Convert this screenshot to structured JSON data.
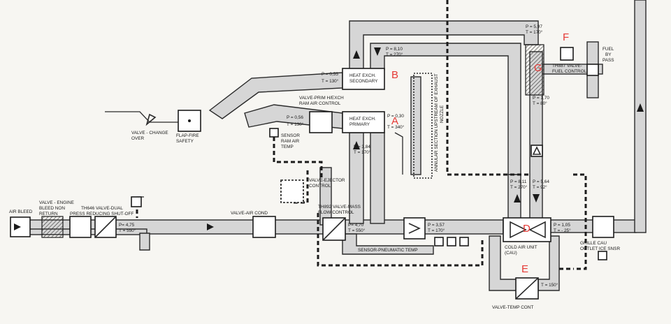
{
  "components": {
    "air_bleed": "AIR BLEED",
    "engine_bleed_valve": [
      "VALVE - ENGINE",
      "BLEED NON",
      "RETURN"
    ],
    "dual_valve": [
      "TH646 VALVE-DUAL",
      "PRESS REDUCING SHUT-OFF"
    ],
    "valve_change_over": [
      "VALVE - CHANGE",
      "OVER"
    ],
    "flap_fire": [
      "FLAP-FIRE",
      "SAFETY"
    ],
    "valve_prim_ram": [
      "VALVE-PRIM H/EXCH",
      "RAM AIR CONTROL"
    ],
    "sensor_ram": [
      "SENSOR",
      "RAM AIR",
      "TEMP"
    ],
    "hx_secondary": [
      "HEAT EXCH.",
      "SECONDARY"
    ],
    "hx_primary": [
      "HEAT EXCH.",
      "PRIMARY"
    ],
    "annular": [
      "ANNULAR SECTION UPSTREAM OF EXHAUST",
      "NOZZLE"
    ],
    "valve_ejector": [
      "VALVE-EJECTOR",
      "CONTROL"
    ],
    "valve_air_cond": "VALVE-AIR COND",
    "valve_mass_flow": [
      "TH892 VALVE-MASS",
      "FLOW CONTROL"
    ],
    "sensor_pneumatic": "SENSOR-PNEUMATIC TEMP",
    "cau": [
      "COLD AIR UNIT",
      "(CAU)"
    ],
    "valve_temp_cont": "VALVE-TEMP CONT",
    "grille": [
      "GRILLE CAU",
      "OUTLET ICE SNSR"
    ],
    "valve_fuel": [
      "TH887 VALVE-",
      "FUEL CONTROL"
    ],
    "fuel_bypass": [
      "FUEL",
      "BY",
      "PASS"
    ]
  },
  "conditions": {
    "c_after_dual": [
      "P= 4,75",
      "T = 550°"
    ],
    "c_mass_flow": [
      "P= 4,70",
      "T = 550°"
    ],
    "c_sec_in": [
      "P = 0,55",
      "T = 130°"
    ],
    "c_prim_in": [
      "P = 0,56",
      "T = 130°"
    ],
    "c_sec_out": [
      "P = 8,10",
      "T = 270°"
    ],
    "c_prim_out": [
      "P = 0,30",
      "T = 340°"
    ],
    "c_prim_low": [
      "P = 3,84",
      "T = 170°"
    ],
    "c_after_prim": [
      "P = 3,57",
      "T = 170°"
    ],
    "c_top_right": [
      "P = 5,97",
      "T = 170°"
    ],
    "c_fuel_low": [
      "P = 1,70",
      "T = 80°"
    ],
    "c_cau_in": [
      "P = 8,11",
      "T = 270°"
    ],
    "c_cau_in2": [
      "P = 5,64",
      "T = 92°"
    ],
    "c_cau_out": [
      "P = 1,05",
      "T = - 25°"
    ],
    "c_temp_cont": "T = 150°"
  },
  "markers": {
    "A": "A",
    "B": "B",
    "D": "D",
    "E": "E",
    "F": "F",
    "G": "G"
  },
  "colors": {
    "marker": "#e53935",
    "duct_fill": "#d6d6d6",
    "line": "#1c1c1c",
    "background": "#f7f6f2"
  }
}
